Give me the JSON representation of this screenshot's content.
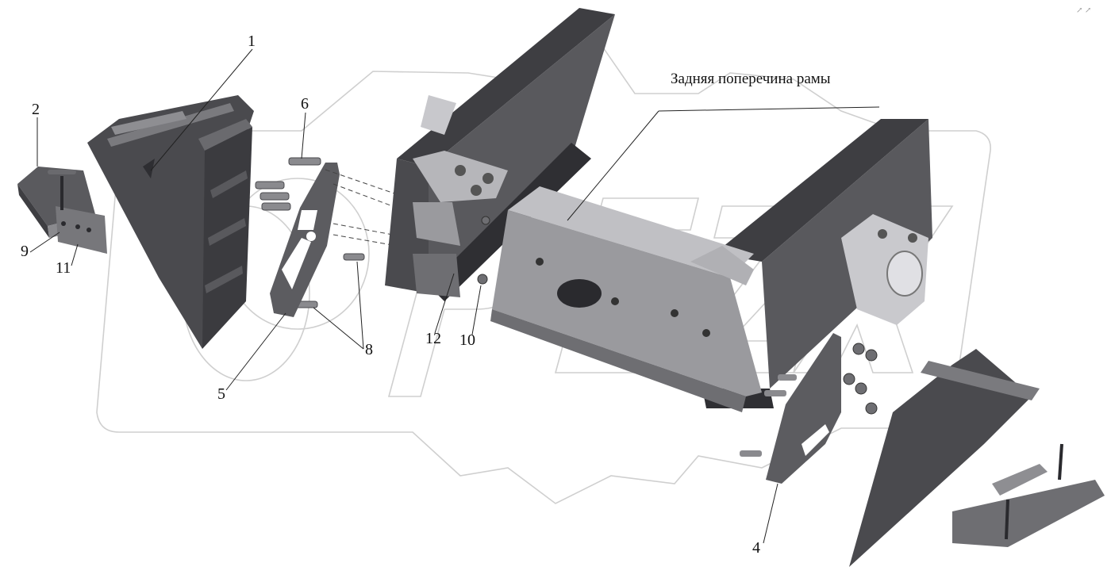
{
  "diagram": {
    "caption": "Задняя поперечина рамы",
    "callouts": [
      "1",
      "2",
      "4",
      "5",
      "6",
      "8",
      "9",
      "10",
      "11",
      "12"
    ],
    "corner_mark": "↗ ↗"
  },
  "colors": {
    "part_dark": "#4a4a4e",
    "part_mid": "#6e6e72",
    "part_light": "#9a9a9e",
    "part_pale": "#c8c8cc",
    "watermark": "#cfcfcf",
    "leader": "#222222"
  }
}
